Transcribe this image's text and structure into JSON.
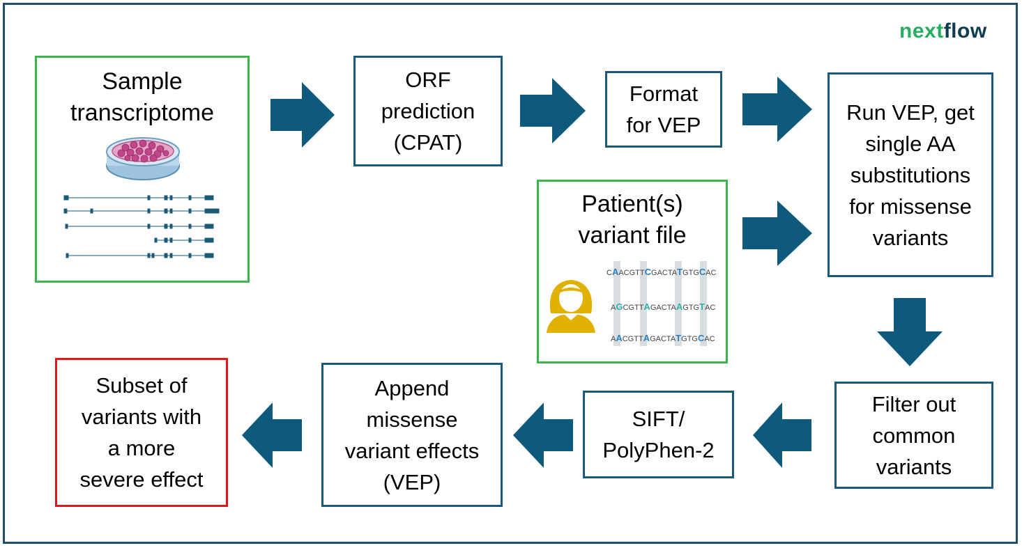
{
  "logo": {
    "part1": "next",
    "part2": "flow"
  },
  "boxes": {
    "sample": "Sample\ntranscriptome",
    "orf": "ORF\nprediction\n(CPAT)",
    "format": "Format\nfor VEP",
    "vep": "Run VEP, get\nsingle AA\nsubstitutions\nfor missense\nvariants",
    "patient": "Patient(s)\nvariant file",
    "filter": "Filter out\ncommon\nvariants",
    "sift": "SIFT/\nPolyPhen-2",
    "append": "Append\nmissense\nvariant effects\n(VEP)",
    "subset": "Subset of\nvariants with\na more\nsevere effect"
  },
  "dna": {
    "rows": [
      {
        "lead": "C",
        "seq": "AACGTTCGACTATGTGCAC"
      },
      {
        "lead": "",
        "seq": "AGCGTTAGACTAAGTGTAC"
      },
      {
        "lead": "",
        "seq": "AACGTTAGACTATGTGCAC"
      }
    ]
  },
  "colors": {
    "arrow": "#0d5a7d",
    "box_border": "#1a5a78",
    "input_border": "#3cb44b",
    "output_border": "#e0161b",
    "person": "#e0b100",
    "frame": "#1f4e6b"
  }
}
